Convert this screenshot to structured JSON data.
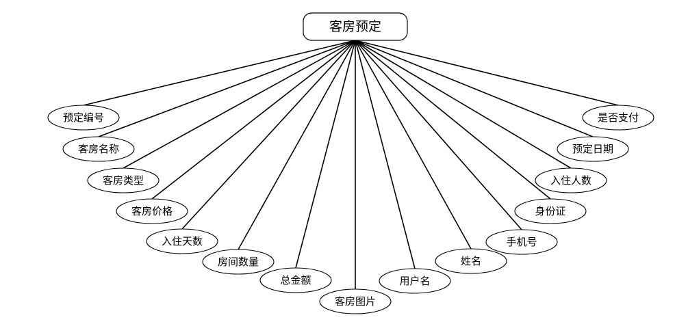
{
  "entity": {
    "label": "客房预定"
  },
  "attributes": [
    {
      "label": "预定编号"
    },
    {
      "label": "客房名称"
    },
    {
      "label": "客房类型"
    },
    {
      "label": "客房价格"
    },
    {
      "label": "入住天数"
    },
    {
      "label": "房间数量"
    },
    {
      "label": "总金额"
    },
    {
      "label": "客房图片"
    },
    {
      "label": "用户名"
    },
    {
      "label": "姓名"
    },
    {
      "label": "手机号"
    },
    {
      "label": "身份证"
    },
    {
      "label": "入住人数"
    },
    {
      "label": "预定日期"
    },
    {
      "label": "是否支付"
    }
  ],
  "colors": {
    "stroke": "#000000",
    "fill": "#ffffff",
    "text": "#000000"
  }
}
